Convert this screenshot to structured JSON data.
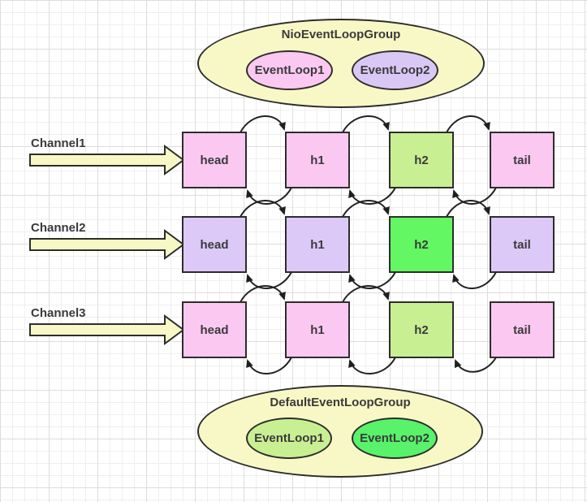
{
  "groups": {
    "top": {
      "label": "NioEventLoopGroup",
      "fill": "#f8f8c6",
      "event_loops": [
        {
          "label": "EventLoop1",
          "fill": "#fbc8f2"
        },
        {
          "label": "EventLoop2",
          "fill": "#d9c8f5"
        }
      ]
    },
    "bottom": {
      "label": "DefaultEventLoopGroup",
      "fill": "#f8f8c6",
      "event_loops": [
        {
          "label": "EventLoop1",
          "fill": "#c9ef93"
        },
        {
          "label": "EventLoop2",
          "fill": "#58f26b"
        }
      ]
    }
  },
  "channels": [
    {
      "label": "Channel1",
      "arrow_fill": "#f8f8c6",
      "boxes": [
        {
          "label": "head",
          "fill": "#fbc8f2"
        },
        {
          "label": "h1",
          "fill": "#fbc8f2"
        },
        {
          "label": "h2",
          "fill": "#c9ef93"
        },
        {
          "label": "tail",
          "fill": "#fbc8f2"
        }
      ]
    },
    {
      "label": "Channel2",
      "arrow_fill": "#f8f8c6",
      "boxes": [
        {
          "label": "head",
          "fill": "#ddc9f8"
        },
        {
          "label": "h1",
          "fill": "#ddc9f8"
        },
        {
          "label": "h2",
          "fill": "#63f763"
        },
        {
          "label": "tail",
          "fill": "#ddc9f8"
        }
      ]
    },
    {
      "label": "Channel3",
      "arrow_fill": "#f8f8c6",
      "boxes": [
        {
          "label": "head",
          "fill": "#fbc8f2"
        },
        {
          "label": "h1",
          "fill": "#fbc8f2"
        },
        {
          "label": "h2",
          "fill": "#c9ef93"
        },
        {
          "label": "tail",
          "fill": "#fbc8f2"
        }
      ]
    }
  ],
  "colors": {
    "stroke": "#2d2d2d",
    "text": "#3a3a3a",
    "grid_minor": "#efefef",
    "grid_major": "#dddddd",
    "background": "#ffffff"
  }
}
